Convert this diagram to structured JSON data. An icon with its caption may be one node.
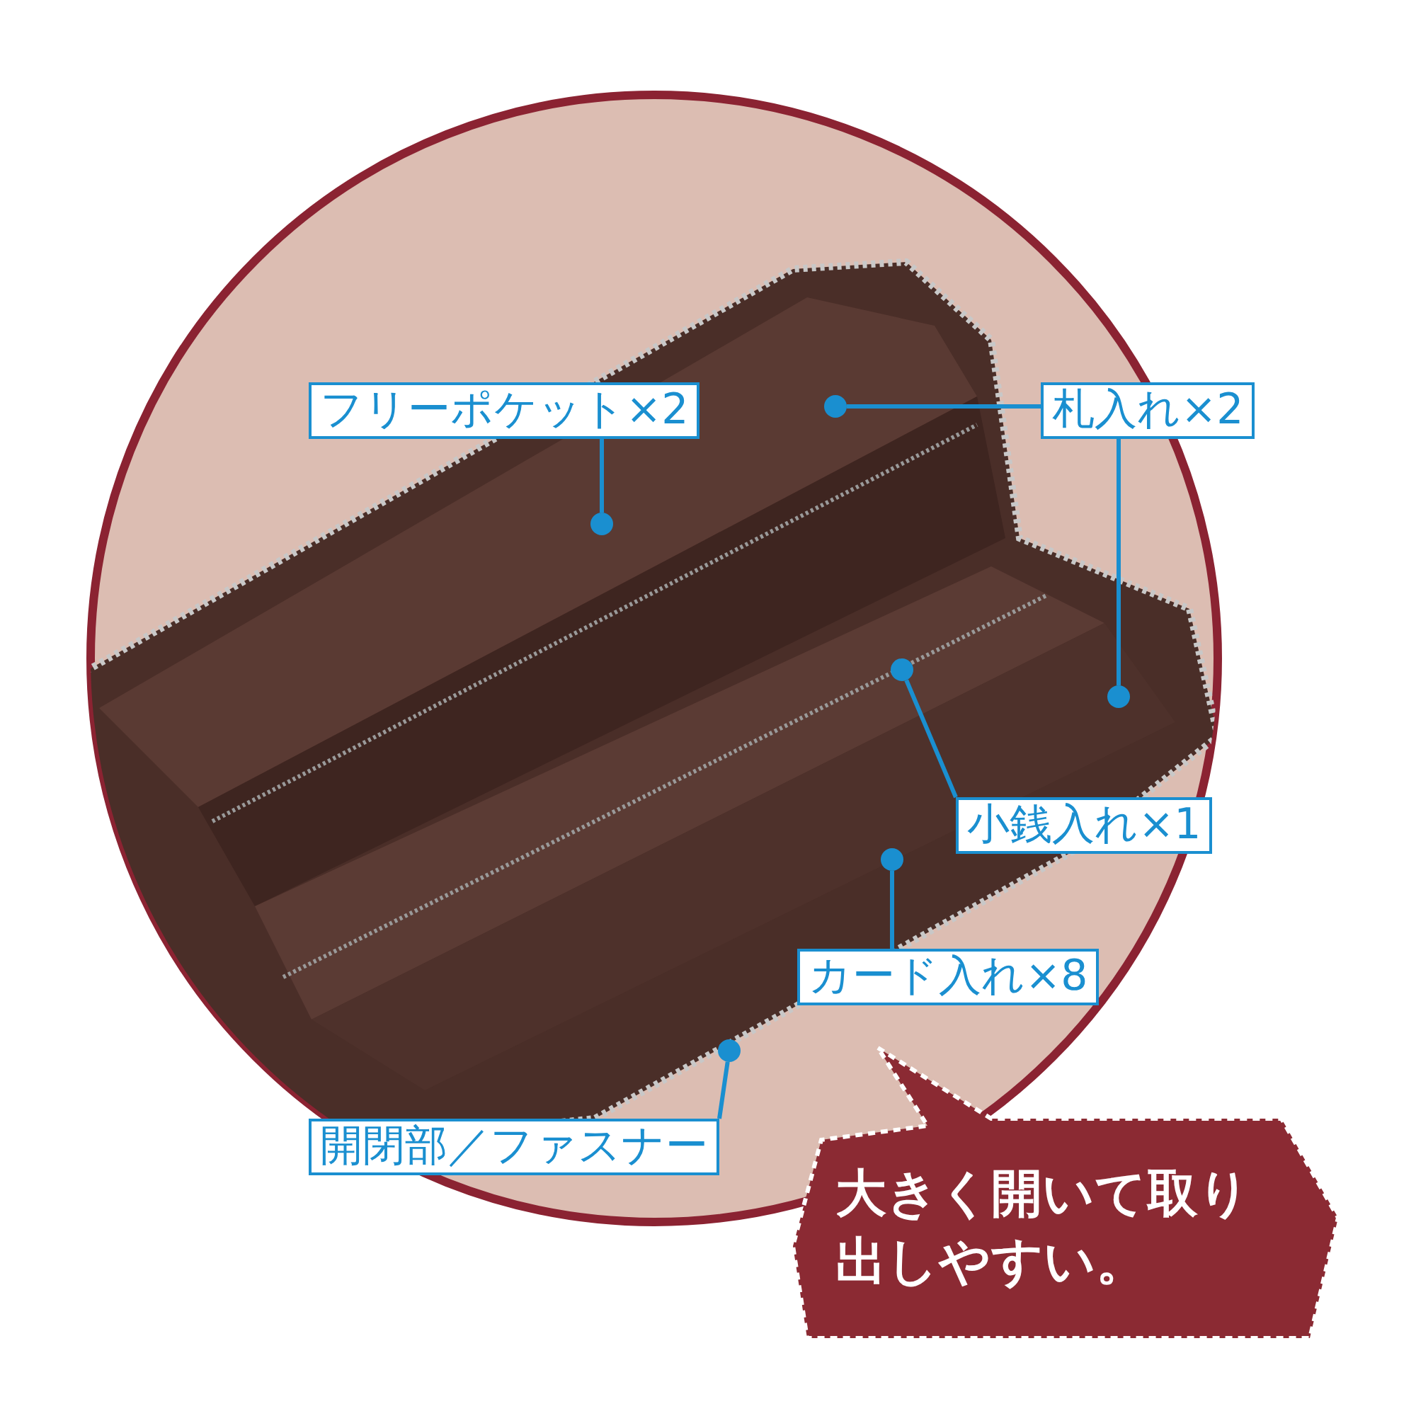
{
  "diagram": {
    "nodes": [
      {
        "text": [
          "フリーポケット×2"
        ]
      },
      {
        "text": [],
        "shape": "circle"
      },
      {
        "text": [
          "札入れ×2"
        ]
      },
      {
        "text": [],
        "shape": "circle"
      },
      {
        "text": [],
        "shape": "circle"
      },
      {
        "text": [
          "小銭入れ×1"
        ]
      },
      {
        "text": [],
        "shape": "circle"
      },
      {
        "text": [
          "カード入れ×8"
        ]
      },
      {
        "text": [],
        "shape": "circle"
      },
      {
        "text": [
          "開閉部／ファスナー"
        ]
      },
      {
        "text": [],
        "shape": "circle"
      },
      {
        "text": [
          "大きく開いて取り出しやすい。"
        ]
      }
    ],
    "edges": [
      {
        "from": 0,
        "to": 1,
        "arrow": "none"
      },
      {
        "from": 2,
        "to": 3,
        "arrow": "none"
      },
      {
        "from": 2,
        "to": 4,
        "arrow": "none"
      },
      {
        "from": 5,
        "to": 6,
        "arrow": "none"
      },
      {
        "from": 7,
        "to": 8,
        "arrow": "none"
      },
      {
        "from": 9,
        "to": 10,
        "arrow": "none"
      }
    ]
  }
}
